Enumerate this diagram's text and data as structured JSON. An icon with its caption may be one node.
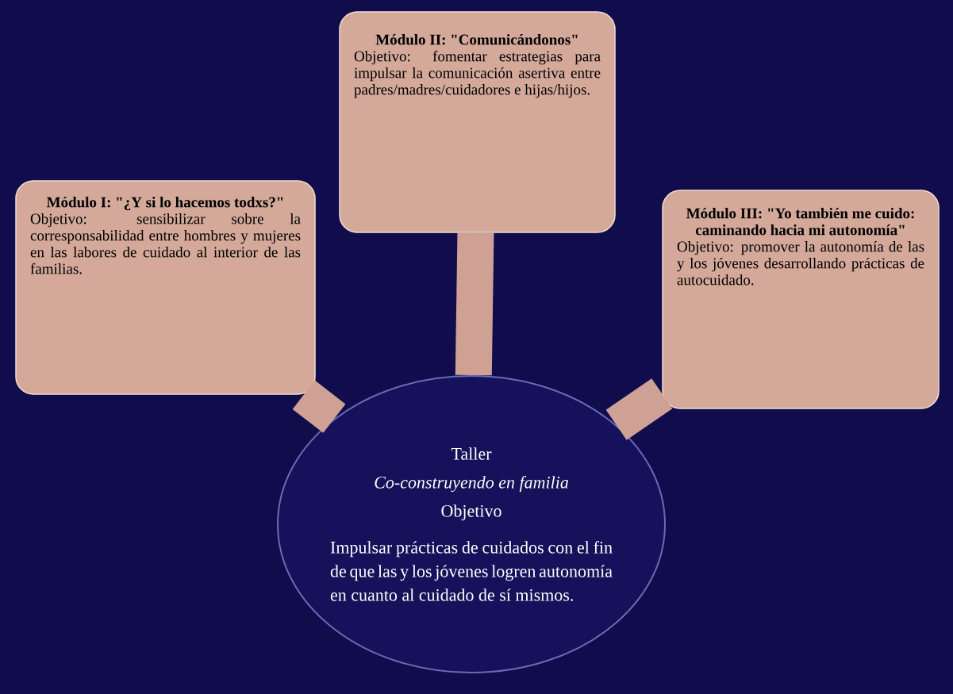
{
  "diagram": {
    "nodes": [
      {
        "text": [
          "Módulo I: \"¿Y si lo hacemos todxs?\"",
          "Objetivo: sensibilizar sobre la corresponsabilidad entre hombres y mujeres en las labores de cuidado al interior de las familias."
        ]
      },
      {
        "text": [
          "Módulo II: \"Comunicándonos\"",
          "Objetivo: fomentar estrategias para impulsar la comunicación asertiva entre padres/madres/cuidadores e hijas/hijos."
        ]
      },
      {
        "text": [
          "Módulo III: \"Yo también me cuido: caminando hacia mi autonomía\"",
          "Objetivo: promover la autonomía de las y los jóvenes desarrollando prácticas de autocuidado."
        ]
      },
      {
        "text": [
          "Taller",
          "Co-construyendo en familia",
          "Objetivo",
          "Impulsar prácticas de cuidados con el fin de que las y los jóvenes logren autonomía en cuanto al cuidado de sí mismos."
        ]
      }
    ],
    "edges": [
      {
        "from": 3,
        "to": 0,
        "arrow": "none"
      },
      {
        "from": 3,
        "to": 1,
        "arrow": "none"
      },
      {
        "from": 3,
        "to": 2,
        "arrow": "none"
      }
    ]
  }
}
